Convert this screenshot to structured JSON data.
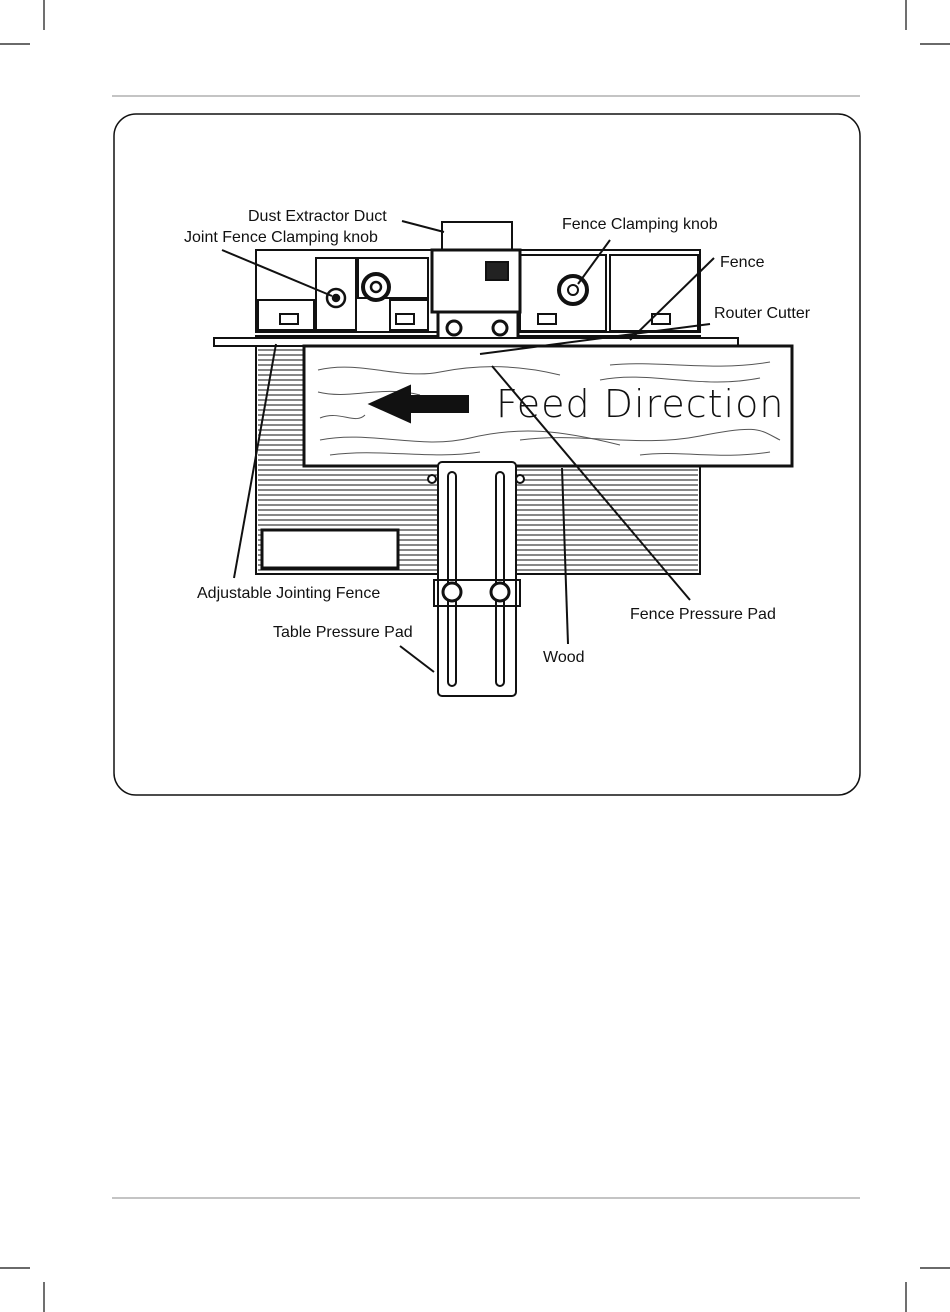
{
  "diagram": {
    "labels": {
      "dust_extractor_duct": "Dust Extractor Duct",
      "joint_fence_clamping_knob": "Joint Fence Clamping knob",
      "fence_clamping_knob": "Fence Clamping knob",
      "fence": "Fence",
      "router_cutter": "Router Cutter",
      "adjustable_jointing_fence": "Adjustable Jointing Fence",
      "table_pressure_pad": "Table Pressure Pad",
      "wood": "Wood",
      "fence_pressure_pad": "Fence Pressure Pad",
      "feed_direction": "Feed Direction"
    },
    "colors": {
      "ink": "#111111",
      "paper": "#ffffff"
    }
  }
}
